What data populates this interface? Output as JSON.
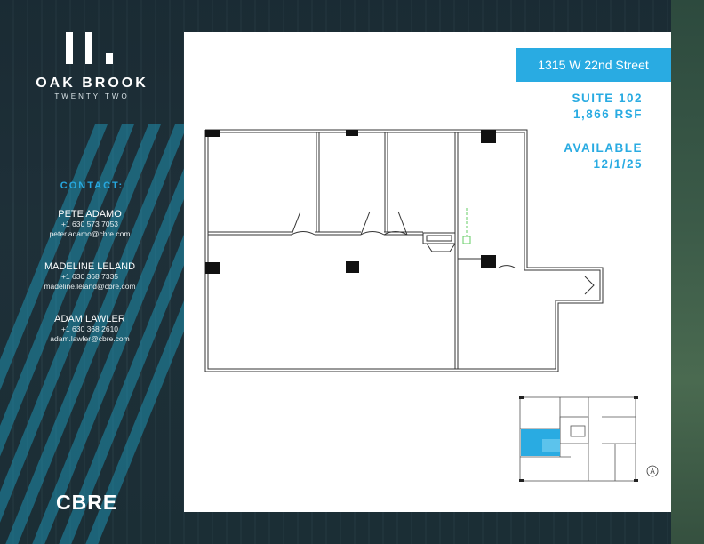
{
  "brand": {
    "name": "OAK BROOK",
    "subtitle": "TWENTY TWO",
    "company_logo": "CBRE"
  },
  "contacts_heading": "CONTACT:",
  "contacts": [
    {
      "name": "PETE ADAMO",
      "phone": "+1 630 573 7053",
      "email": "peter.adamo@cbre.com"
    },
    {
      "name": "MADELINE LELAND",
      "phone": "+1 630 368 7335",
      "email": "madeline.leland@cbre.com"
    },
    {
      "name": "ADAM LAWLER",
      "phone": "+1 630 368 2610",
      "email": "adam.lawler@cbre.com"
    }
  ],
  "listing": {
    "address": "1315 W 22nd Street",
    "suite": "SUITE 102",
    "area": "1,866 RSF",
    "availability_label": "AVAILABLE",
    "availability_date": "12/1/25"
  },
  "keyplan": {
    "north_marker": "A",
    "highlight_color": "#29abe2"
  },
  "colors": {
    "accent": "#29abe2",
    "panel": "#ffffff"
  }
}
